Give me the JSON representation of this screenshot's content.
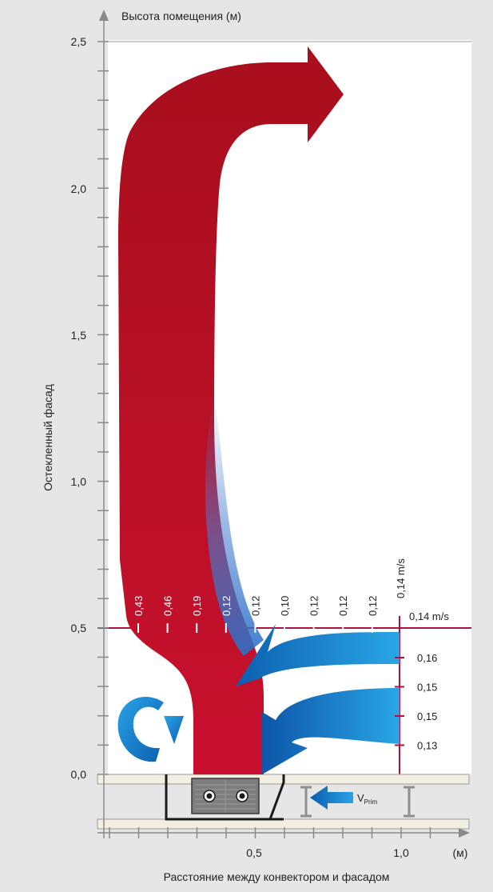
{
  "y_axis": {
    "title": "Высота помещения (м)",
    "side_label": "Остекленный фасад",
    "tick_labels": [
      "2,5",
      "2,0",
      "1,5",
      "1,0",
      "0,5",
      "0,0"
    ]
  },
  "x_axis": {
    "title": "Расстояние между конвектором и фасадом",
    "tick_labels": [
      "0,5",
      "1,0"
    ],
    "unit": "(м)"
  },
  "velocity_row": {
    "values": [
      "0,43",
      "0,46",
      "0,19",
      "0,12",
      "0,12",
      "0,10",
      "0,12",
      "0,12",
      "0,12"
    ],
    "last_value": "0,14 m/s",
    "right_label": "0,14 m/s"
  },
  "velocity_column": {
    "values": [
      "0,16",
      "0,15",
      "0,15",
      "0,13"
    ]
  },
  "primary_air": {
    "label_main": "V",
    "label_sub": "Prim"
  },
  "chart_data": {
    "type": "diagram",
    "y_axis_title": "Высота помещения (м)",
    "x_axis_title": "Расстояние между конвектором и фасадом",
    "x_unit": "(м)",
    "yticks": [
      2.5,
      2.0,
      1.5,
      1.0,
      0.5,
      0.0
    ],
    "xticks": [
      0.5,
      1.0
    ],
    "horizontal_velocities_at_0_5m_height": [
      0.43,
      0.46,
      0.19,
      0.12,
      0.12,
      0.1,
      0.12,
      0.12,
      0.12,
      0.14
    ],
    "vertical_velocities_at_1_0m_distance": [
      0.14,
      0.16,
      0.15,
      0.15,
      0.13
    ],
    "velocity_unit": "m/s",
    "colors": {
      "warm_air": "#c8102e",
      "cool_air": "#1e7fd0",
      "marker_line": "#b01040",
      "background": "#e6e6e6",
      "plot": "#ffffff"
    }
  }
}
